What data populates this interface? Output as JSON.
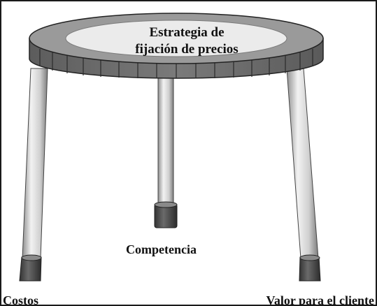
{
  "diagram": {
    "seat": {
      "line1": "Estrategia de",
      "line2": "fijación de precios"
    },
    "legs": {
      "left": "Costos",
      "center": "Competencia",
      "right": "Valor para el cliente"
    }
  }
}
